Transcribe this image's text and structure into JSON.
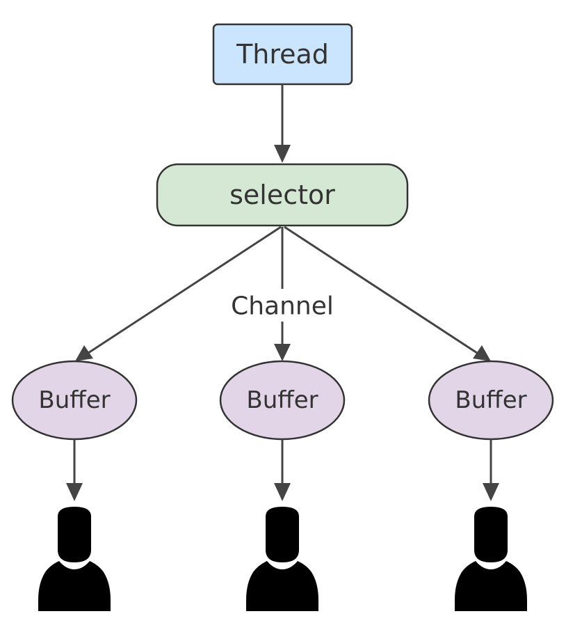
{
  "nodes": {
    "thread": {
      "label": "Thread",
      "fill": "#cce5ff",
      "stroke": "#333333"
    },
    "selector": {
      "label": "selector",
      "fill": "#d5e8d4",
      "stroke": "#333333"
    },
    "buffers": [
      {
        "label": "Buffer",
        "fill": "#e1d5e7",
        "stroke": "#333333"
      },
      {
        "label": "Buffer",
        "fill": "#e1d5e7",
        "stroke": "#333333"
      },
      {
        "label": "Buffer",
        "fill": "#e1d5e7",
        "stroke": "#333333"
      }
    ],
    "users": [
      {
        "icon": "user-icon",
        "color": "#000000"
      },
      {
        "icon": "user-icon",
        "color": "#000000"
      },
      {
        "icon": "user-icon",
        "color": "#000000"
      }
    ]
  },
  "edges": {
    "channel_label": "Channel"
  }
}
